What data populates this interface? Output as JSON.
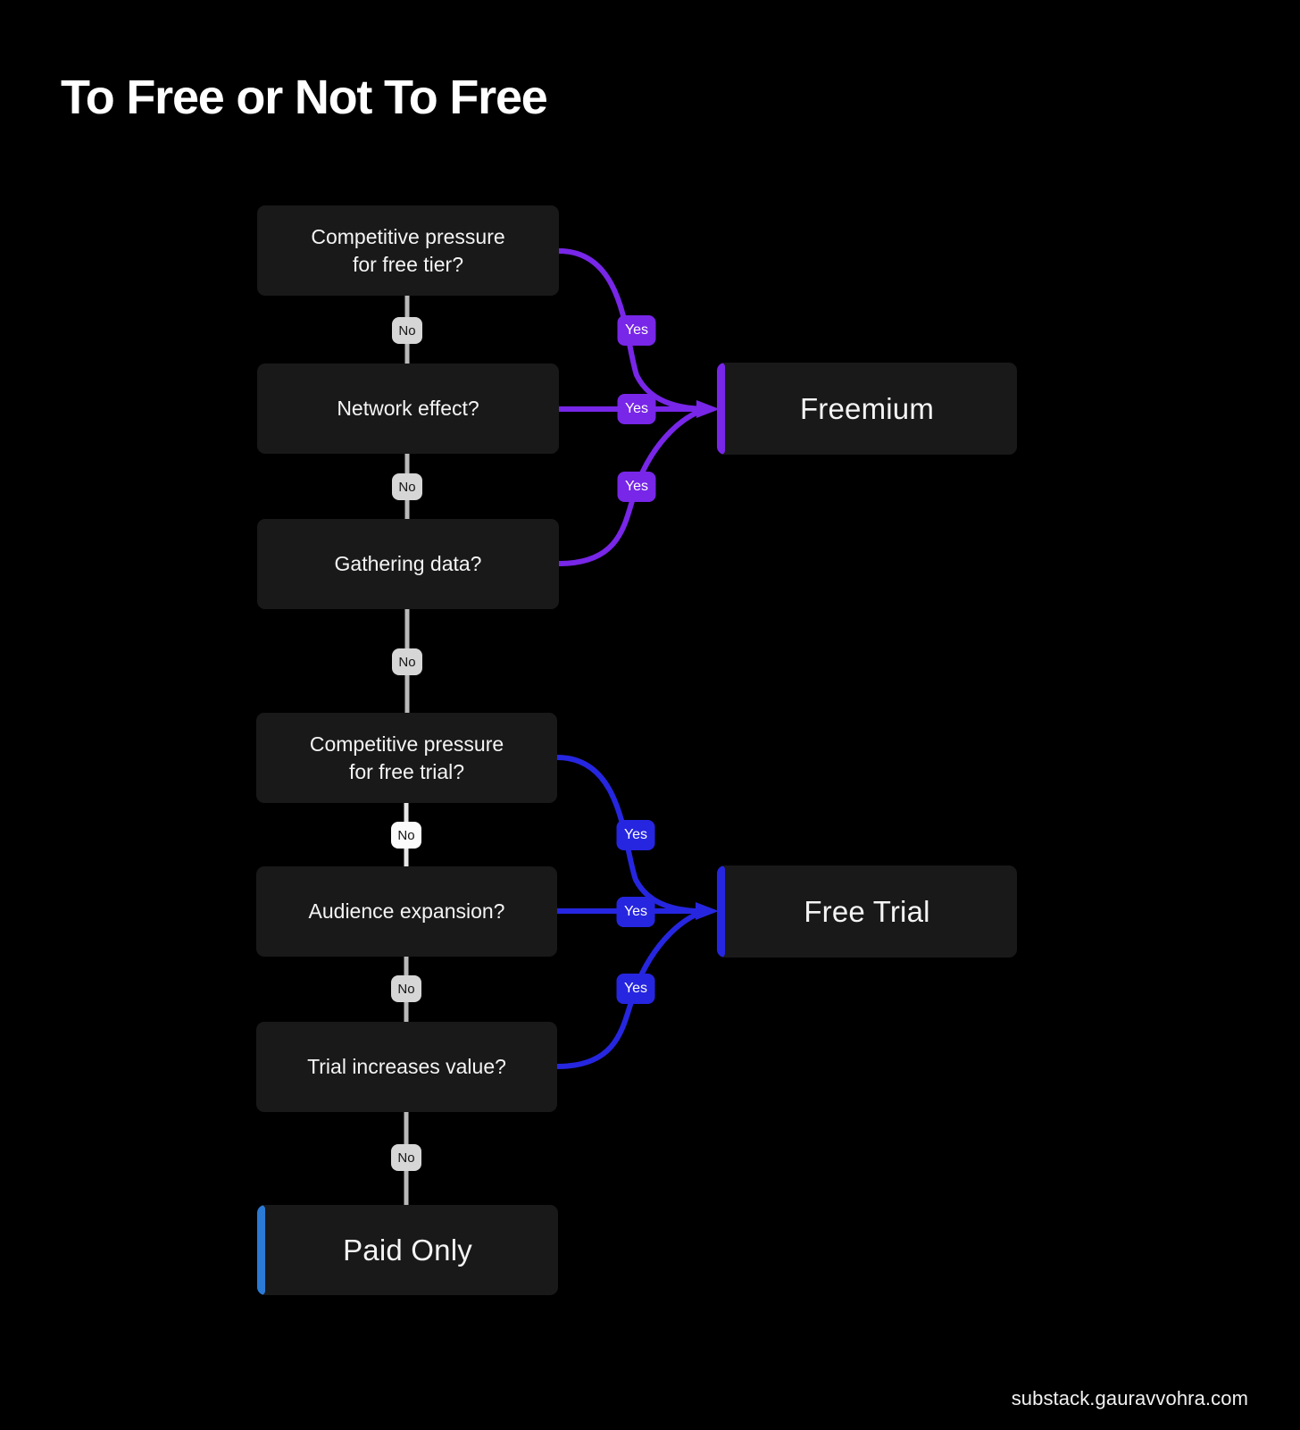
{
  "page": {
    "title": "To Free or Not To Free",
    "footer_url": "substack.gauravvohra.com",
    "background": "#000000"
  },
  "colors": {
    "node_bg": "#191919",
    "node_text": "#f4f4f4",
    "no_line": "#b9b9b9",
    "no_badge_bg": "#d6d6d6",
    "no_badge_text": "#141414",
    "freemium_purple": "#7826E8",
    "free_trial_blue": "#2626E0",
    "paid_only_blue": "#2B7AD4"
  },
  "chart_data": {
    "type": "diagram",
    "title": "To Free or Not To Free",
    "nodes": [
      {
        "id": "q1",
        "label": "Competitive pressure\nfor free tier?",
        "kind": "decision"
      },
      {
        "id": "q2",
        "label": "Network effect?",
        "kind": "decision"
      },
      {
        "id": "q3",
        "label": "Gathering data?",
        "kind": "decision"
      },
      {
        "id": "q4",
        "label": "Competitive pressure\nfor free trial?",
        "kind": "decision"
      },
      {
        "id": "q5",
        "label": "Audience expansion?",
        "kind": "decision"
      },
      {
        "id": "q6",
        "label": "Trial increases value?",
        "kind": "decision"
      },
      {
        "id": "freemium",
        "label": "Freemium",
        "kind": "outcome",
        "accent": "#7826E8"
      },
      {
        "id": "freetrial",
        "label": "Free Trial",
        "kind": "outcome",
        "accent": "#2626E0"
      },
      {
        "id": "paidonly",
        "label": "Paid Only",
        "kind": "outcome",
        "accent": "#2B7AD4"
      }
    ],
    "edges": [
      {
        "from": "q1",
        "to": "freemium",
        "label": "Yes",
        "color": "#7826E8"
      },
      {
        "from": "q1",
        "to": "q2",
        "label": "No",
        "color": "#b9b9b9"
      },
      {
        "from": "q2",
        "to": "freemium",
        "label": "Yes",
        "color": "#7826E8"
      },
      {
        "from": "q2",
        "to": "q3",
        "label": "No",
        "color": "#b9b9b9"
      },
      {
        "from": "q3",
        "to": "freemium",
        "label": "Yes",
        "color": "#7826E8"
      },
      {
        "from": "q3",
        "to": "q4",
        "label": "No",
        "color": "#b9b9b9"
      },
      {
        "from": "q4",
        "to": "freetrial",
        "label": "Yes",
        "color": "#2626E0"
      },
      {
        "from": "q4",
        "to": "q5",
        "label": "No",
        "color": "#b9b9b9"
      },
      {
        "from": "q5",
        "to": "freetrial",
        "label": "Yes",
        "color": "#2626E0"
      },
      {
        "from": "q5",
        "to": "q6",
        "label": "No",
        "color": "#b9b9b9"
      },
      {
        "from": "q6",
        "to": "freetrial",
        "label": "Yes",
        "color": "#2626E0"
      },
      {
        "from": "q6",
        "to": "paidonly",
        "label": "No",
        "color": "#b9b9b9"
      }
    ]
  },
  "nodes": {
    "q1_line1": "Competitive pressure",
    "q1_line2": "for free tier?",
    "q2": "Network effect?",
    "q3": "Gathering data?",
    "q4_line1": "Competitive pressure",
    "q4_line2": "for free trial?",
    "q5": "Audience expansion?",
    "q6": "Trial increases value?",
    "freemium": "Freemium",
    "freetrial": "Free Trial",
    "paidonly": "Paid Only"
  },
  "badges": {
    "no_1": "No",
    "no_2": "No",
    "no_3": "No",
    "no_4": "No",
    "no_5": "No",
    "no_6": "No",
    "yes_1": "Yes",
    "yes_2": "Yes",
    "yes_3": "Yes",
    "yes_4": "Yes",
    "yes_5": "Yes",
    "yes_6": "Yes"
  }
}
